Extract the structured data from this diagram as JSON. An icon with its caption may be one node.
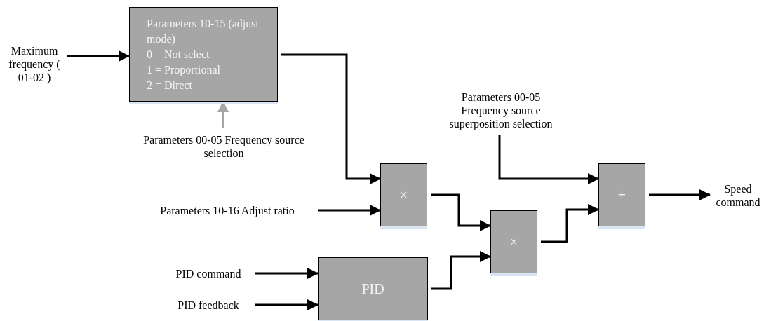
{
  "diagram": {
    "nodes": [
      {
        "text": [
          "Maximum frequency ( 01-02 )"
        ]
      },
      {
        "text": [
          "Parameters 10-15 (adjust mode)",
          "0 = Not select",
          "1 = Proportional",
          "2 = Direct"
        ]
      },
      {
        "text": [
          "Parameters 00-05 Frequency source selection"
        ]
      },
      {
        "text": [
          "×"
        ]
      },
      {
        "text": [
          "Parameters 10-16 Adjust ratio"
        ]
      },
      {
        "text": [
          "Parameters 00-05 Frequency source superposition selection"
        ]
      },
      {
        "text": [
          "+"
        ]
      },
      {
        "text": [
          "Speed command"
        ]
      },
      {
        "text": [
          "×"
        ]
      },
      {
        "text": [
          "PID command"
        ]
      },
      {
        "text": [
          "PID feedback"
        ]
      },
      {
        "text": [
          "PID"
        ]
      }
    ],
    "edges": [
      {
        "from": 0,
        "to": 1,
        "arrow": "to"
      },
      {
        "from": 2,
        "to": 1,
        "arrow": "to",
        "color": "#a6a6a6"
      },
      {
        "from": 1,
        "to": 3,
        "arrow": "to"
      },
      {
        "from": 4,
        "to": 3,
        "arrow": "to"
      },
      {
        "from": 5,
        "to": 6,
        "arrow": "to"
      },
      {
        "from": 3,
        "to": 8,
        "arrow": "to"
      },
      {
        "from": 11,
        "to": 8,
        "arrow": "to"
      },
      {
        "from": 8,
        "to": 6,
        "arrow": "to"
      },
      {
        "from": 6,
        "to": 7,
        "arrow": "to"
      },
      {
        "from": 9,
        "to": 11,
        "arrow": "to"
      },
      {
        "from": 10,
        "to": 11,
        "arrow": "to"
      }
    ]
  }
}
